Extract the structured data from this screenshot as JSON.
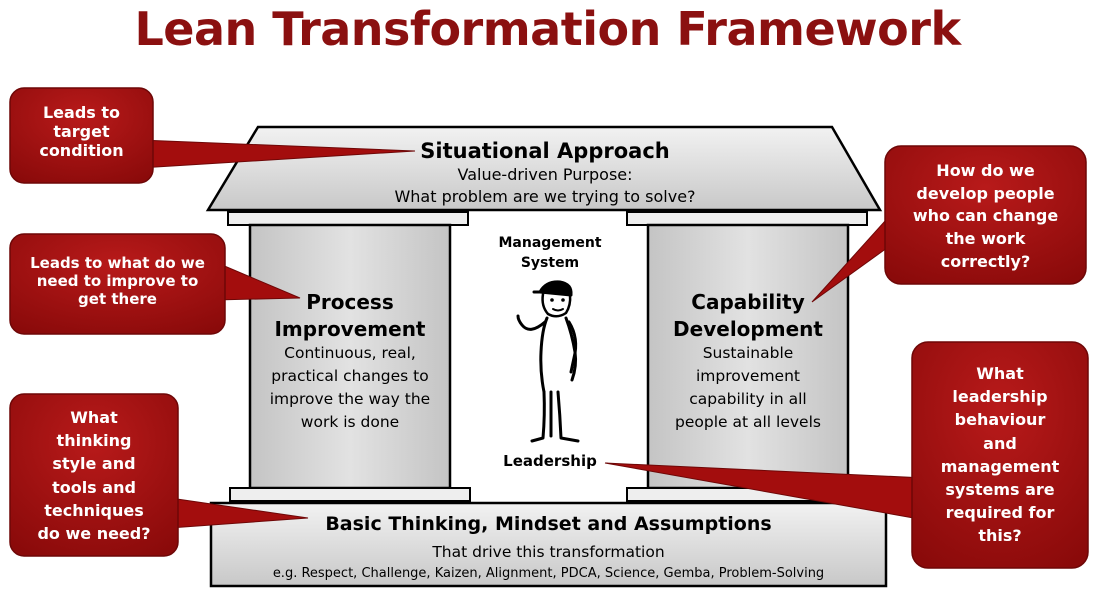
{
  "title": "Lean Transformation Framework",
  "roof": {
    "heading": "Situational Approach",
    "line1": "Value-driven Purpose:",
    "line2": "What problem are we trying to solve?"
  },
  "left_pillar": {
    "heading_l1": "Process",
    "heading_l2": "Improvement",
    "body": [
      "Continuous, real,",
      "practical changes to",
      "improve the way the",
      "work is done"
    ]
  },
  "right_pillar": {
    "heading_l1": "Capability",
    "heading_l2": "Development",
    "body": [
      "Sustainable",
      "improvement",
      "capability in all",
      "people at all levels"
    ]
  },
  "center": {
    "top_label_l1": "Management",
    "top_label_l2": "System",
    "bottom_label": "Leadership"
  },
  "foundation": {
    "heading": "Basic Thinking, Mindset and Assumptions",
    "line1": "That drive this transformation",
    "line2": "e.g. Respect, Challenge, Kaizen, Alignment, PDCA, Science, Gemba, Problem-Solving"
  },
  "callouts": {
    "target": [
      "Leads to",
      "target",
      "condition"
    ],
    "improve": [
      "Leads to what do we",
      "need to improve to",
      "get there"
    ],
    "thinking": [
      "What",
      "thinking",
      "style and",
      "tools and",
      "techniques",
      "do we need?"
    ],
    "people": [
      "How do we",
      "develop people",
      "who can change",
      "the work",
      "correctly?"
    ],
    "leadership": [
      "What",
      "leadership",
      "behaviour",
      "and",
      "management",
      "systems are",
      "required for",
      "this?"
    ]
  },
  "colors": {
    "title": "#8b1010",
    "callout_fill": "#a30d0d",
    "house_fill": "#d9d9d9",
    "outline": "#000000"
  }
}
